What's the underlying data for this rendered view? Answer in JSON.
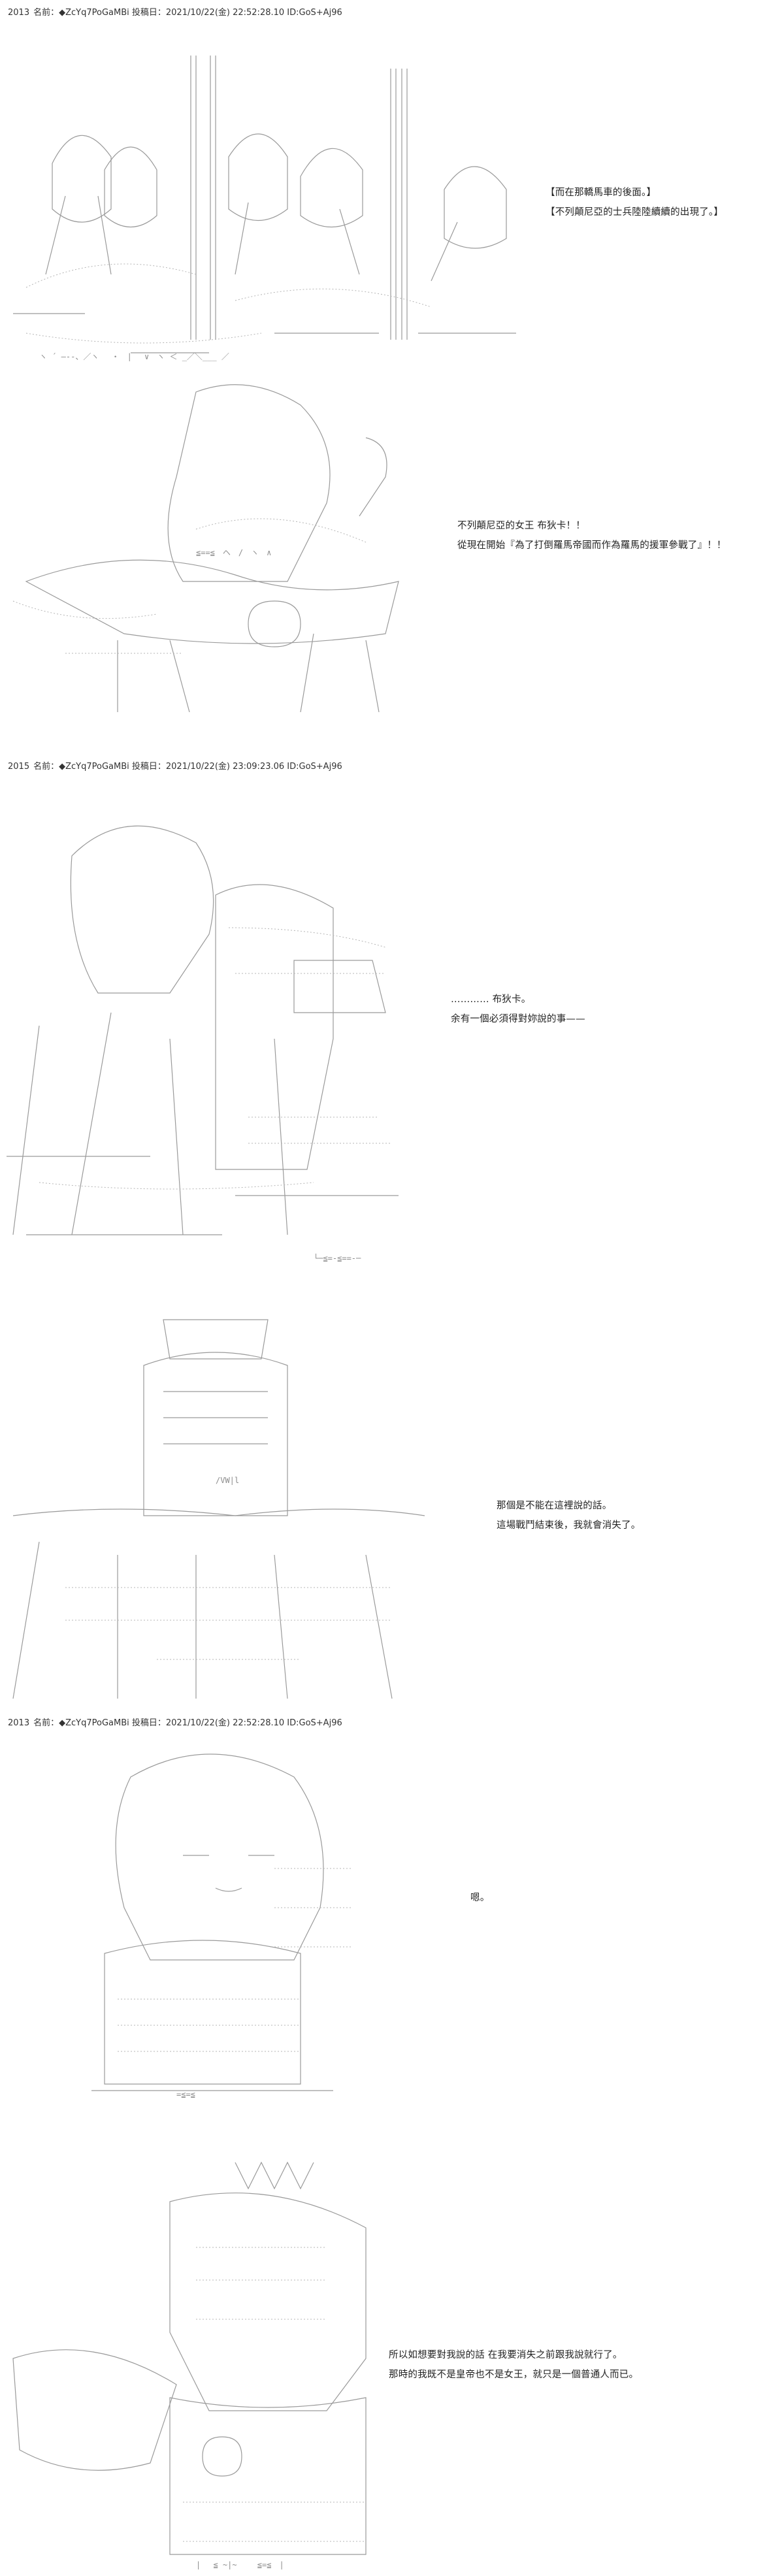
{
  "posts": [
    {
      "number": "2013",
      "name_label": "名前：",
      "name": "◆ZcYq7PoGaMBi",
      "tag": "投稿日：2021/10/22(金) 22:52:28.10 ID:GoS+Aj96"
    },
    {
      "number": "2015",
      "name_label": "名前：",
      "name": "◆ZcYq7PoGaMBi",
      "tag": "投稿日：2021/10/22(金) 23:09:23.06 ID:GoS+Aj96"
    },
    {
      "number": "2013",
      "name_label": "名前：",
      "name": "◆ZcYq7PoGaMBi",
      "tag": "投稿日：2021/10/22(金) 22:52:28.10 ID:GoS+Aj96"
    }
  ],
  "scenes": [
    {
      "lines": [
        "【而在那轎馬車的後面。】",
        "【不列顛尼亞的士兵陸陸續續的出現了。】"
      ]
    },
    {
      "lines": [
        "不列顛尼亞的女王 布狄卡！！",
        "從現在開始『為了打倒羅馬帝國而作為羅馬的援軍參戰了』！！"
      ]
    },
    {
      "lines": [
        "………… 布狄卡。",
        "余有一個必須得對妳說的事——"
      ]
    },
    {
      "lines": [
        "那個是不能在這裡說的話。",
        "這場戰鬥結束後，我就會消失了。"
      ]
    },
    {
      "lines": [
        "嗯。"
      ]
    },
    {
      "lines": [
        "所以如想要對我說的話 在我要消失之前跟我說就行了。",
        "那時的我既不是皇帝也不是女王，就只是一個普通人而已。"
      ]
    }
  ]
}
